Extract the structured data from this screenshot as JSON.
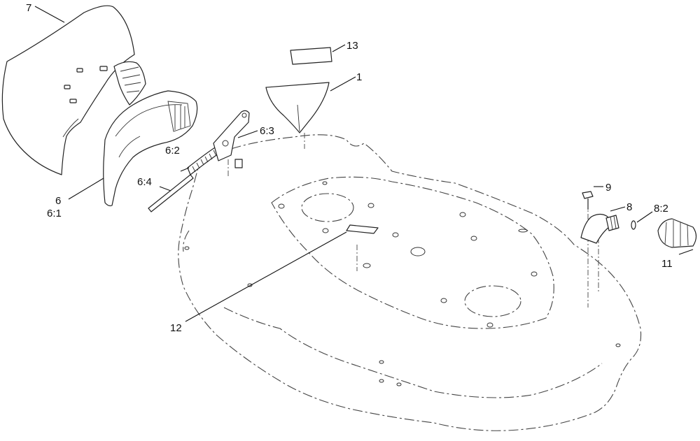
{
  "callouts": {
    "c7": "7",
    "c13": "13",
    "c1": "1",
    "c6_3": "6:3",
    "c6_2": "6:2",
    "c6_4": "6:4",
    "c6": "6",
    "c6_1": "6:1",
    "c9": "9",
    "c8": "8",
    "c8_2": "8:2",
    "c11": "11",
    "c12": "12"
  },
  "colors": {
    "line": "#222222",
    "background": "#ffffff"
  }
}
